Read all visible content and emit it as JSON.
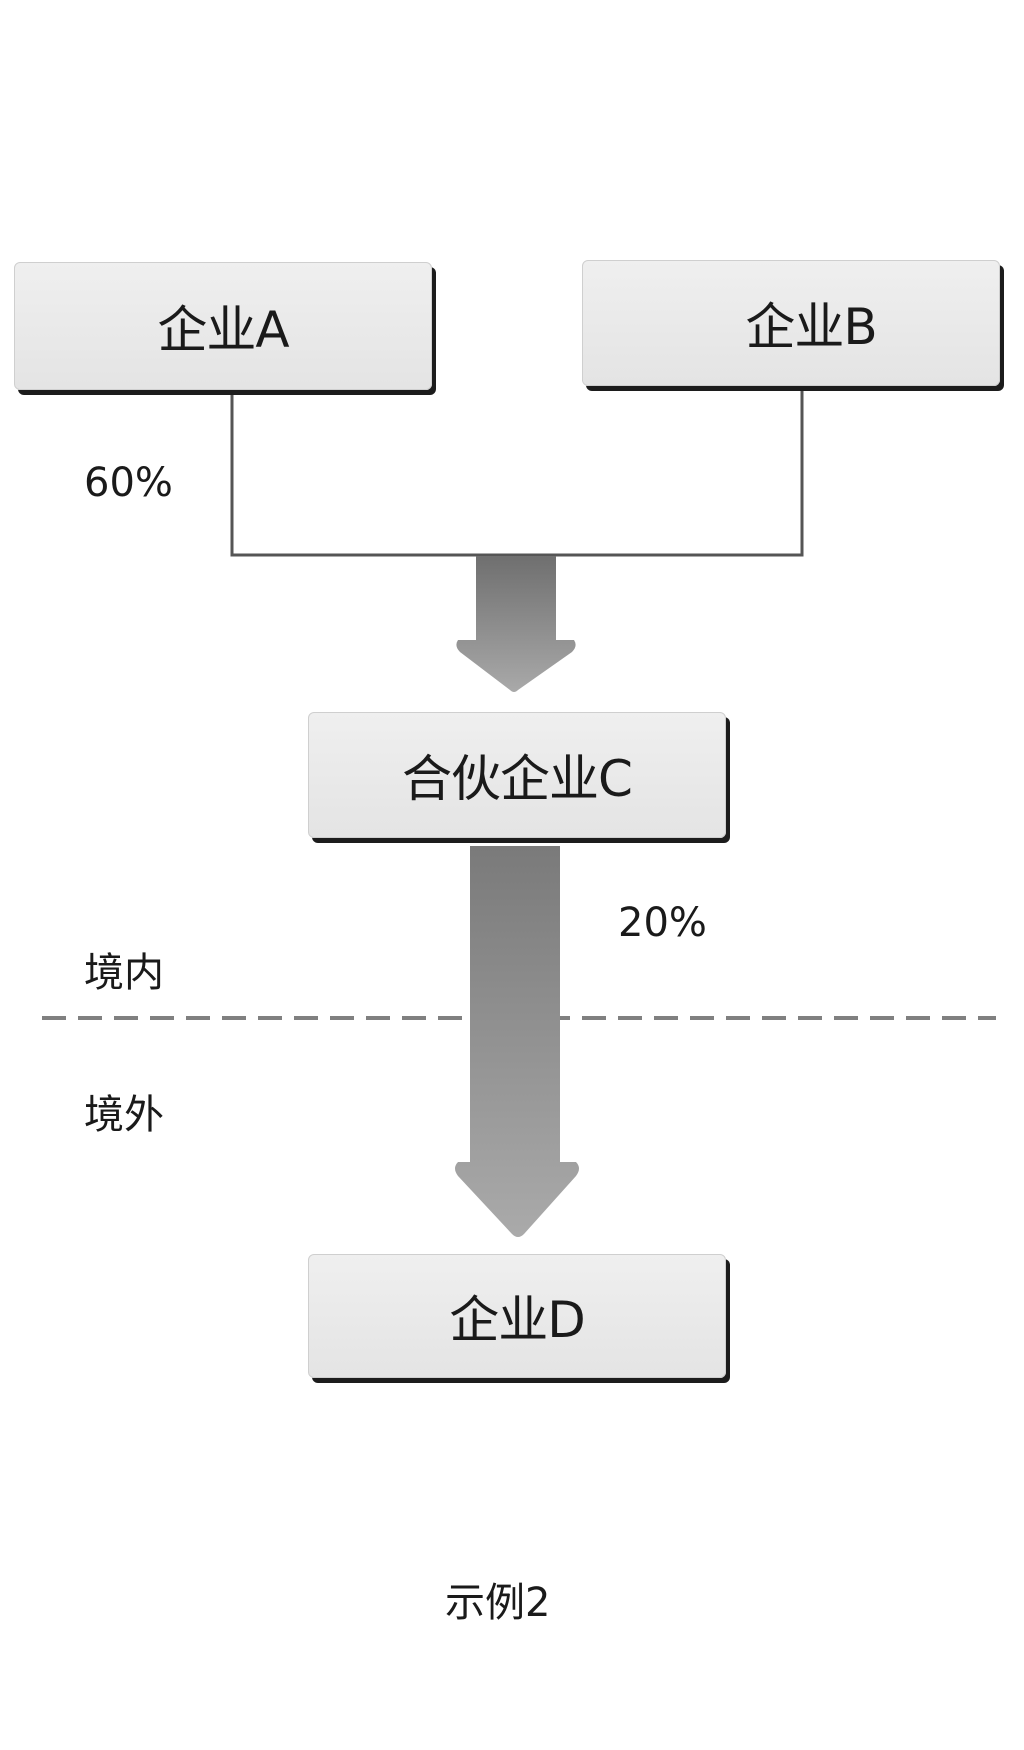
{
  "nodes": {
    "a": {
      "label": "企业A"
    },
    "b": {
      "label": "企业B"
    },
    "c": {
      "label": "合伙企业C"
    },
    "d": {
      "label": "企业D"
    }
  },
  "edges": {
    "a_share": "60%",
    "c_share": "20%"
  },
  "regions": {
    "domestic": "境内",
    "overseas": "境外"
  },
  "caption": "示例2"
}
